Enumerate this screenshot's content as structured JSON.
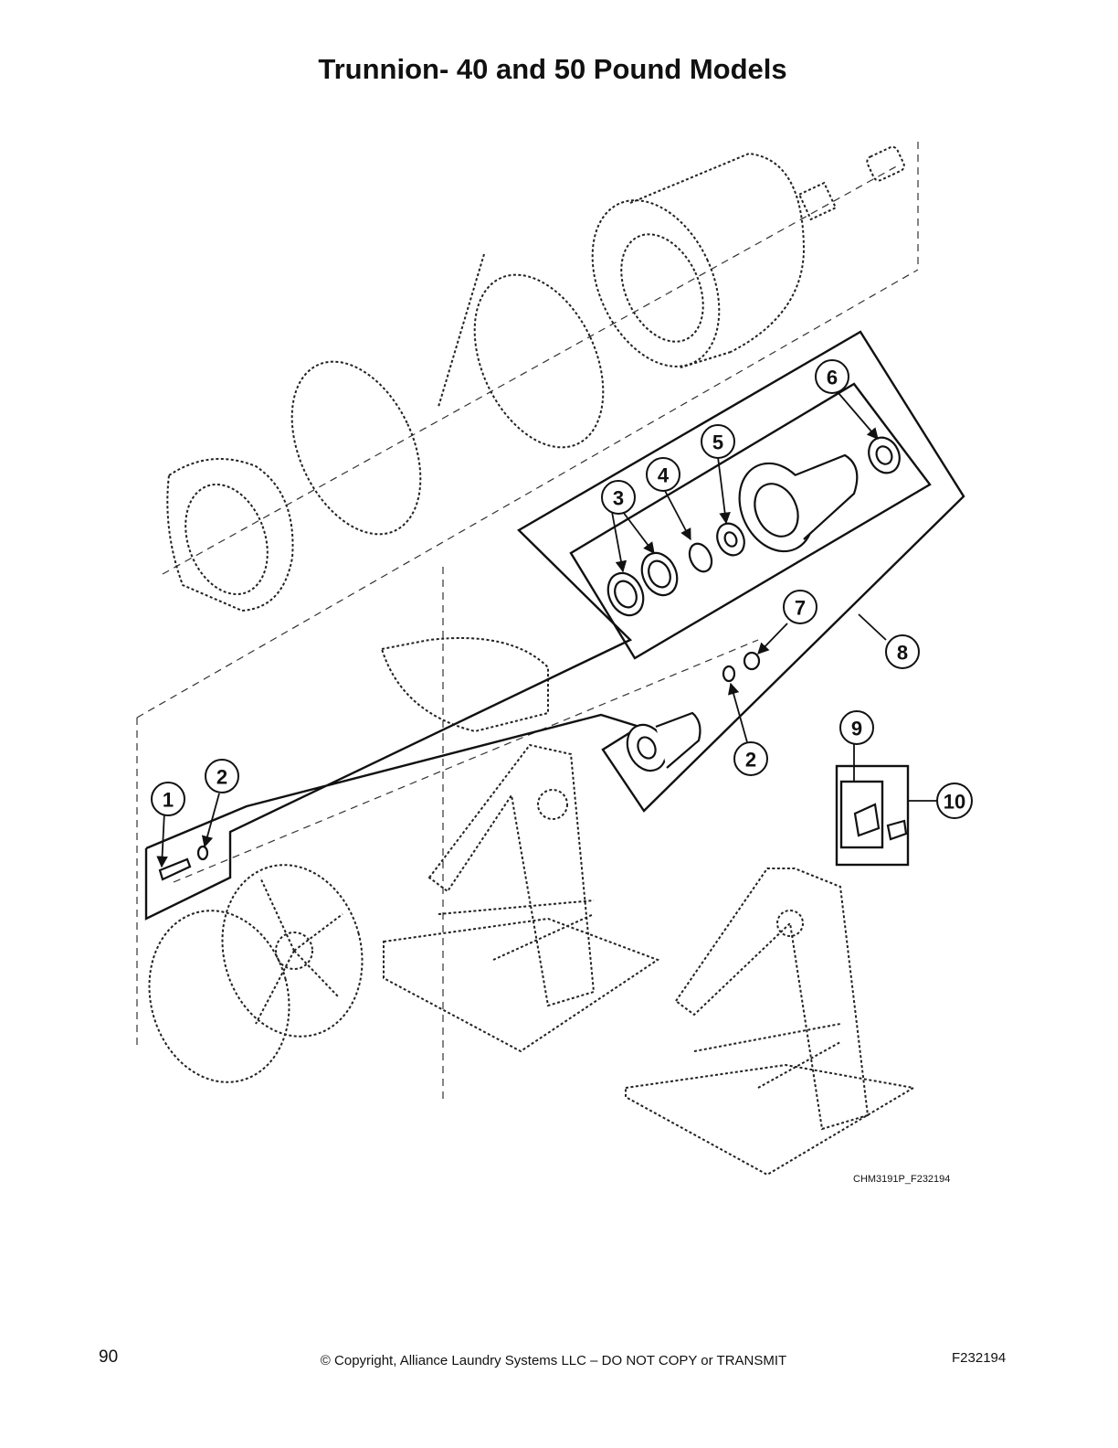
{
  "title": "Trunnion- 40 and 50 Pound Models",
  "figure_id": "CHM3191P_F232194",
  "callouts": [
    "1",
    "2",
    "3",
    "4",
    "5",
    "6",
    "7",
    "8",
    "2",
    "9",
    "10"
  ],
  "footer": {
    "page_number": "90",
    "copyright": "© Copyright, Alliance Laundry Systems LLC – DO NOT COPY or TRANSMIT",
    "document_number": "F232194"
  }
}
